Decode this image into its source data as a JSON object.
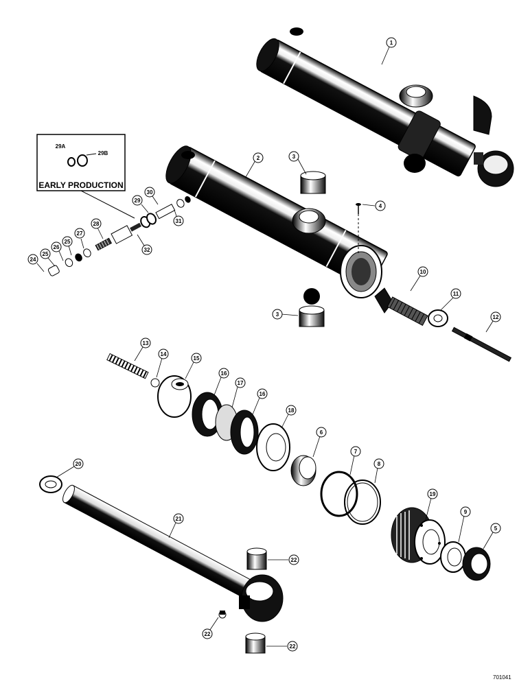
{
  "inset": {
    "title": "EARLY PRODUCTION",
    "labels": [
      "29A",
      "29B"
    ]
  },
  "callouts": [
    "1",
    "2",
    "3",
    "3",
    "4",
    "10",
    "11",
    "12",
    "13",
    "14",
    "15",
    "16",
    "17",
    "16",
    "18",
    "6",
    "7",
    "8",
    "19",
    "9",
    "5",
    "20",
    "21",
    "22",
    "22",
    "22",
    "24",
    "25",
    "26",
    "25",
    "27",
    "28",
    "29",
    "30",
    "31",
    "32"
  ],
  "figure_number": "701041"
}
